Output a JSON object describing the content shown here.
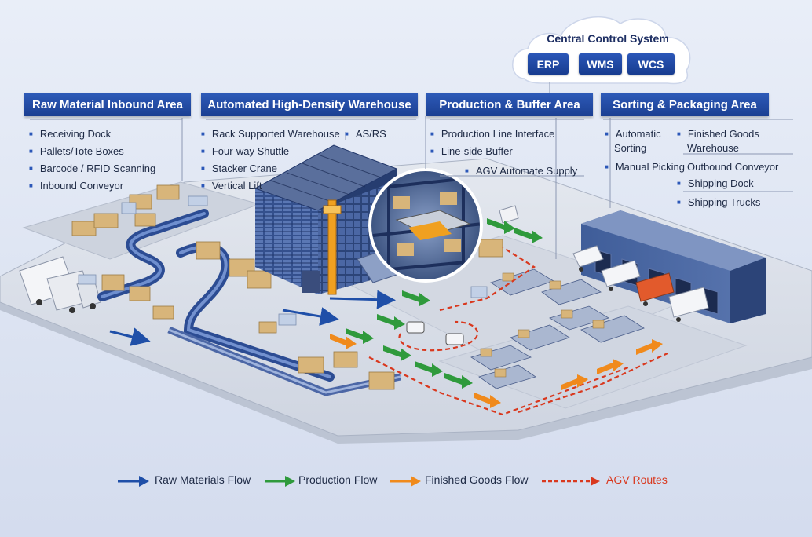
{
  "control_system": {
    "title": "Central Control System",
    "modules": [
      "ERP",
      "WMS",
      "WCS"
    ]
  },
  "areas": [
    {
      "title": "Raw Material Inbound Area",
      "items": [
        "Receiving Dock",
        "Pallets/Tote Boxes",
        "Barcode / RFID Scanning",
        "Inbound Conveyor"
      ]
    },
    {
      "title": "Automated High-Density Warehouse",
      "items": [
        "Rack Supported Warehouse",
        "AS/RS",
        "Four-way Shuttle",
        "Stacker Crane",
        "Vertical Lift"
      ]
    },
    {
      "title": "Production & Buffer Area",
      "items": [
        "Production Line Interface",
        "Line-side Buffer",
        "AGV Automate Supply"
      ]
    },
    {
      "title": "Sorting & Packaging Area",
      "items": [
        "Automatic",
        "Sorting",
        "Manual Picking",
        "Finished Goods",
        "Warehouse",
        "Outbound Conveyor",
        "Shipping Dock",
        "Shipping Trucks"
      ]
    }
  ],
  "legend": [
    {
      "label": "Raw Materials Flow",
      "color": "#1f4fa8",
      "style": "solid"
    },
    {
      "label": "Production Flow",
      "color": "#2f9a3c",
      "style": "solid"
    },
    {
      "label": "Finished Goods Flow",
      "color": "#f08a1c",
      "style": "solid"
    },
    {
      "label": "AGV Routes",
      "color": "#d9381e",
      "style": "dashed"
    }
  ],
  "colors": {
    "header_blue": "#1f4aa6",
    "floor": "#d6dbe6",
    "rack_blue": "#2c4a8a",
    "crane_orange": "#f0a020",
    "agv_red": "#d9381e"
  }
}
